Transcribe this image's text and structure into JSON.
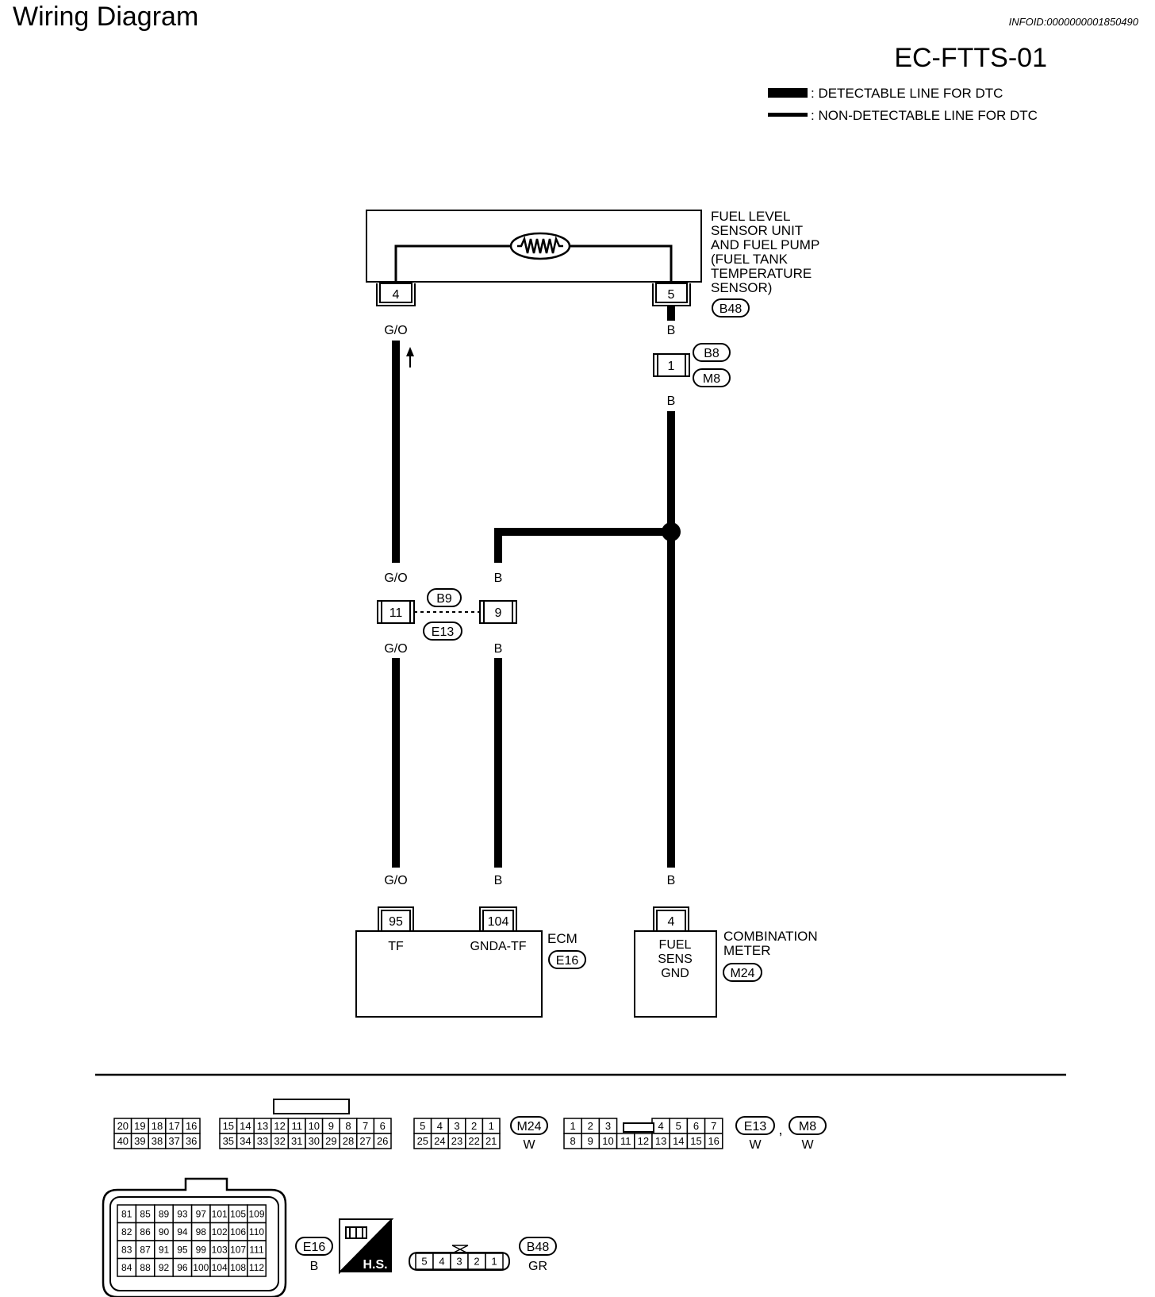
{
  "header": {
    "title": "Wiring Diagram",
    "info_id": "INFOID:0000000001850490",
    "diagram_code": "EC-FTTS-01"
  },
  "legend": {
    "detectable": ": DETECTABLE LINE FOR DTC",
    "non_detectable": ": NON-DETECTABLE LINE FOR DTC"
  },
  "sensor": {
    "name_lines": [
      "FUEL LEVEL",
      "SENSOR UNIT",
      "AND FUEL PUMP",
      "(FUEL TANK",
      "TEMPERATURE",
      "SENSOR)"
    ],
    "connector": "B48",
    "pin_left": "4",
    "pin_right": "5"
  },
  "wires": {
    "go": "G/O",
    "b": "B"
  },
  "joint_b8_m8": {
    "pin": "1",
    "conn_top": "B8",
    "conn_bottom": "M8"
  },
  "joint_b9_e13": {
    "pin_left": "11",
    "pin_right": "9",
    "conn_top": "B9",
    "conn_bottom": "E13"
  },
  "ecm": {
    "name": "ECM",
    "connector": "E16",
    "pin_tf": "95",
    "pin_gnd": "104",
    "label_tf": "TF",
    "label_gnd": "GNDA-TF"
  },
  "meter": {
    "name_lines": [
      "COMBINATION",
      "METER"
    ],
    "connector": "M24",
    "pin": "4",
    "label_lines": [
      "FUEL",
      "SENS",
      "GND"
    ]
  },
  "connector_views": {
    "m24": {
      "id": "M24",
      "color": "W",
      "row1": [
        [
          "20",
          "19",
          "18",
          "17",
          "16"
        ],
        [
          "15",
          "14",
          "13",
          "12",
          "11",
          "10",
          "9",
          "8",
          "7",
          "6"
        ],
        [
          "5",
          "4",
          "3",
          "2",
          "1"
        ]
      ],
      "row2": [
        [
          "40",
          "39",
          "38",
          "37",
          "36"
        ],
        [
          "35",
          "34",
          "33",
          "32",
          "31",
          "30",
          "29",
          "28",
          "27",
          "26"
        ],
        [
          "25",
          "24",
          "23",
          "22",
          "21"
        ]
      ]
    },
    "e13_m8": {
      "id1": "E13",
      "id2": "M8",
      "sep": ",",
      "color1": "W",
      "color2": "W",
      "row1a": [
        "1",
        "2",
        "3"
      ],
      "row1b": [
        "4",
        "5",
        "6",
        "7"
      ],
      "row2": [
        "8",
        "9",
        "10",
        "11",
        "12",
        "13",
        "14",
        "15",
        "16"
      ]
    },
    "e16": {
      "id": "E16",
      "color": "B",
      "rows": [
        [
          "81",
          "85",
          "89",
          "93",
          "97",
          "101",
          "105",
          "109"
        ],
        [
          "82",
          "86",
          "90",
          "94",
          "98",
          "102",
          "106",
          "110"
        ],
        [
          "83",
          "87",
          "91",
          "95",
          "99",
          "103",
          "107",
          "111"
        ],
        [
          "84",
          "88",
          "92",
          "96",
          "100",
          "104",
          "108",
          "112"
        ]
      ]
    },
    "hs": {
      "label": "H.S."
    },
    "b48": {
      "id": "B48",
      "color": "GR",
      "pins": [
        "5",
        "4",
        "3",
        "2",
        "1"
      ]
    }
  }
}
